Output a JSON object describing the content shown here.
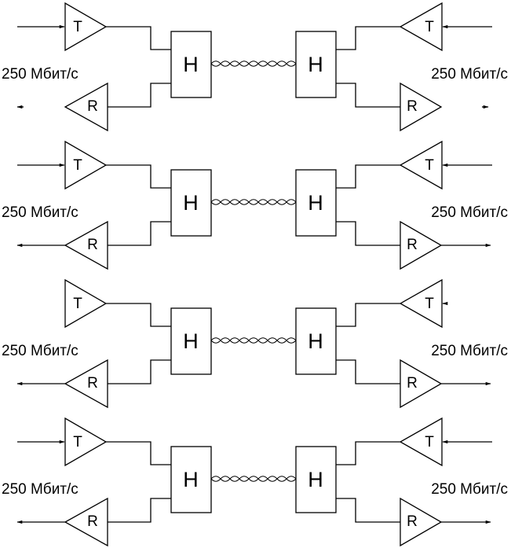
{
  "rows": [
    {
      "rate_left": "250 Мбит/с",
      "rate_right": "250 Мбит/с",
      "t_left": "T",
      "r_left": "R",
      "t_right": "T",
      "r_right": "R",
      "h_left": "H",
      "h_right": "H",
      "tl_in": true,
      "tr_in": true,
      "rl_out": "short",
      "rr_out": "short"
    },
    {
      "rate_left": "250 Мбит/с",
      "rate_right": "250 Мбит/с",
      "t_left": "T",
      "r_left": "R",
      "t_right": "T",
      "r_right": "R",
      "h_left": "H",
      "h_right": "H",
      "tl_in": true,
      "tr_in": true,
      "rl_out": "long",
      "rr_out": "long"
    },
    {
      "rate_left": "250 Мбит/с",
      "rate_right": "250 Мбит/с",
      "t_left": "T",
      "r_left": "R",
      "t_right": "T",
      "r_right": "R",
      "h_left": "H",
      "h_right": "H",
      "tl_in": false,
      "tr_in": false,
      "rl_out": "long",
      "rr_out": "long"
    },
    {
      "rate_left": "250 Мбит/с",
      "rate_right": "250 Мбит/с",
      "t_left": "T",
      "r_left": "R",
      "t_right": "T",
      "r_right": "R",
      "h_left": "H",
      "h_right": "H",
      "tl_in": true,
      "tr_in": true,
      "rl_out": "long",
      "rr_out": "long"
    }
  ]
}
